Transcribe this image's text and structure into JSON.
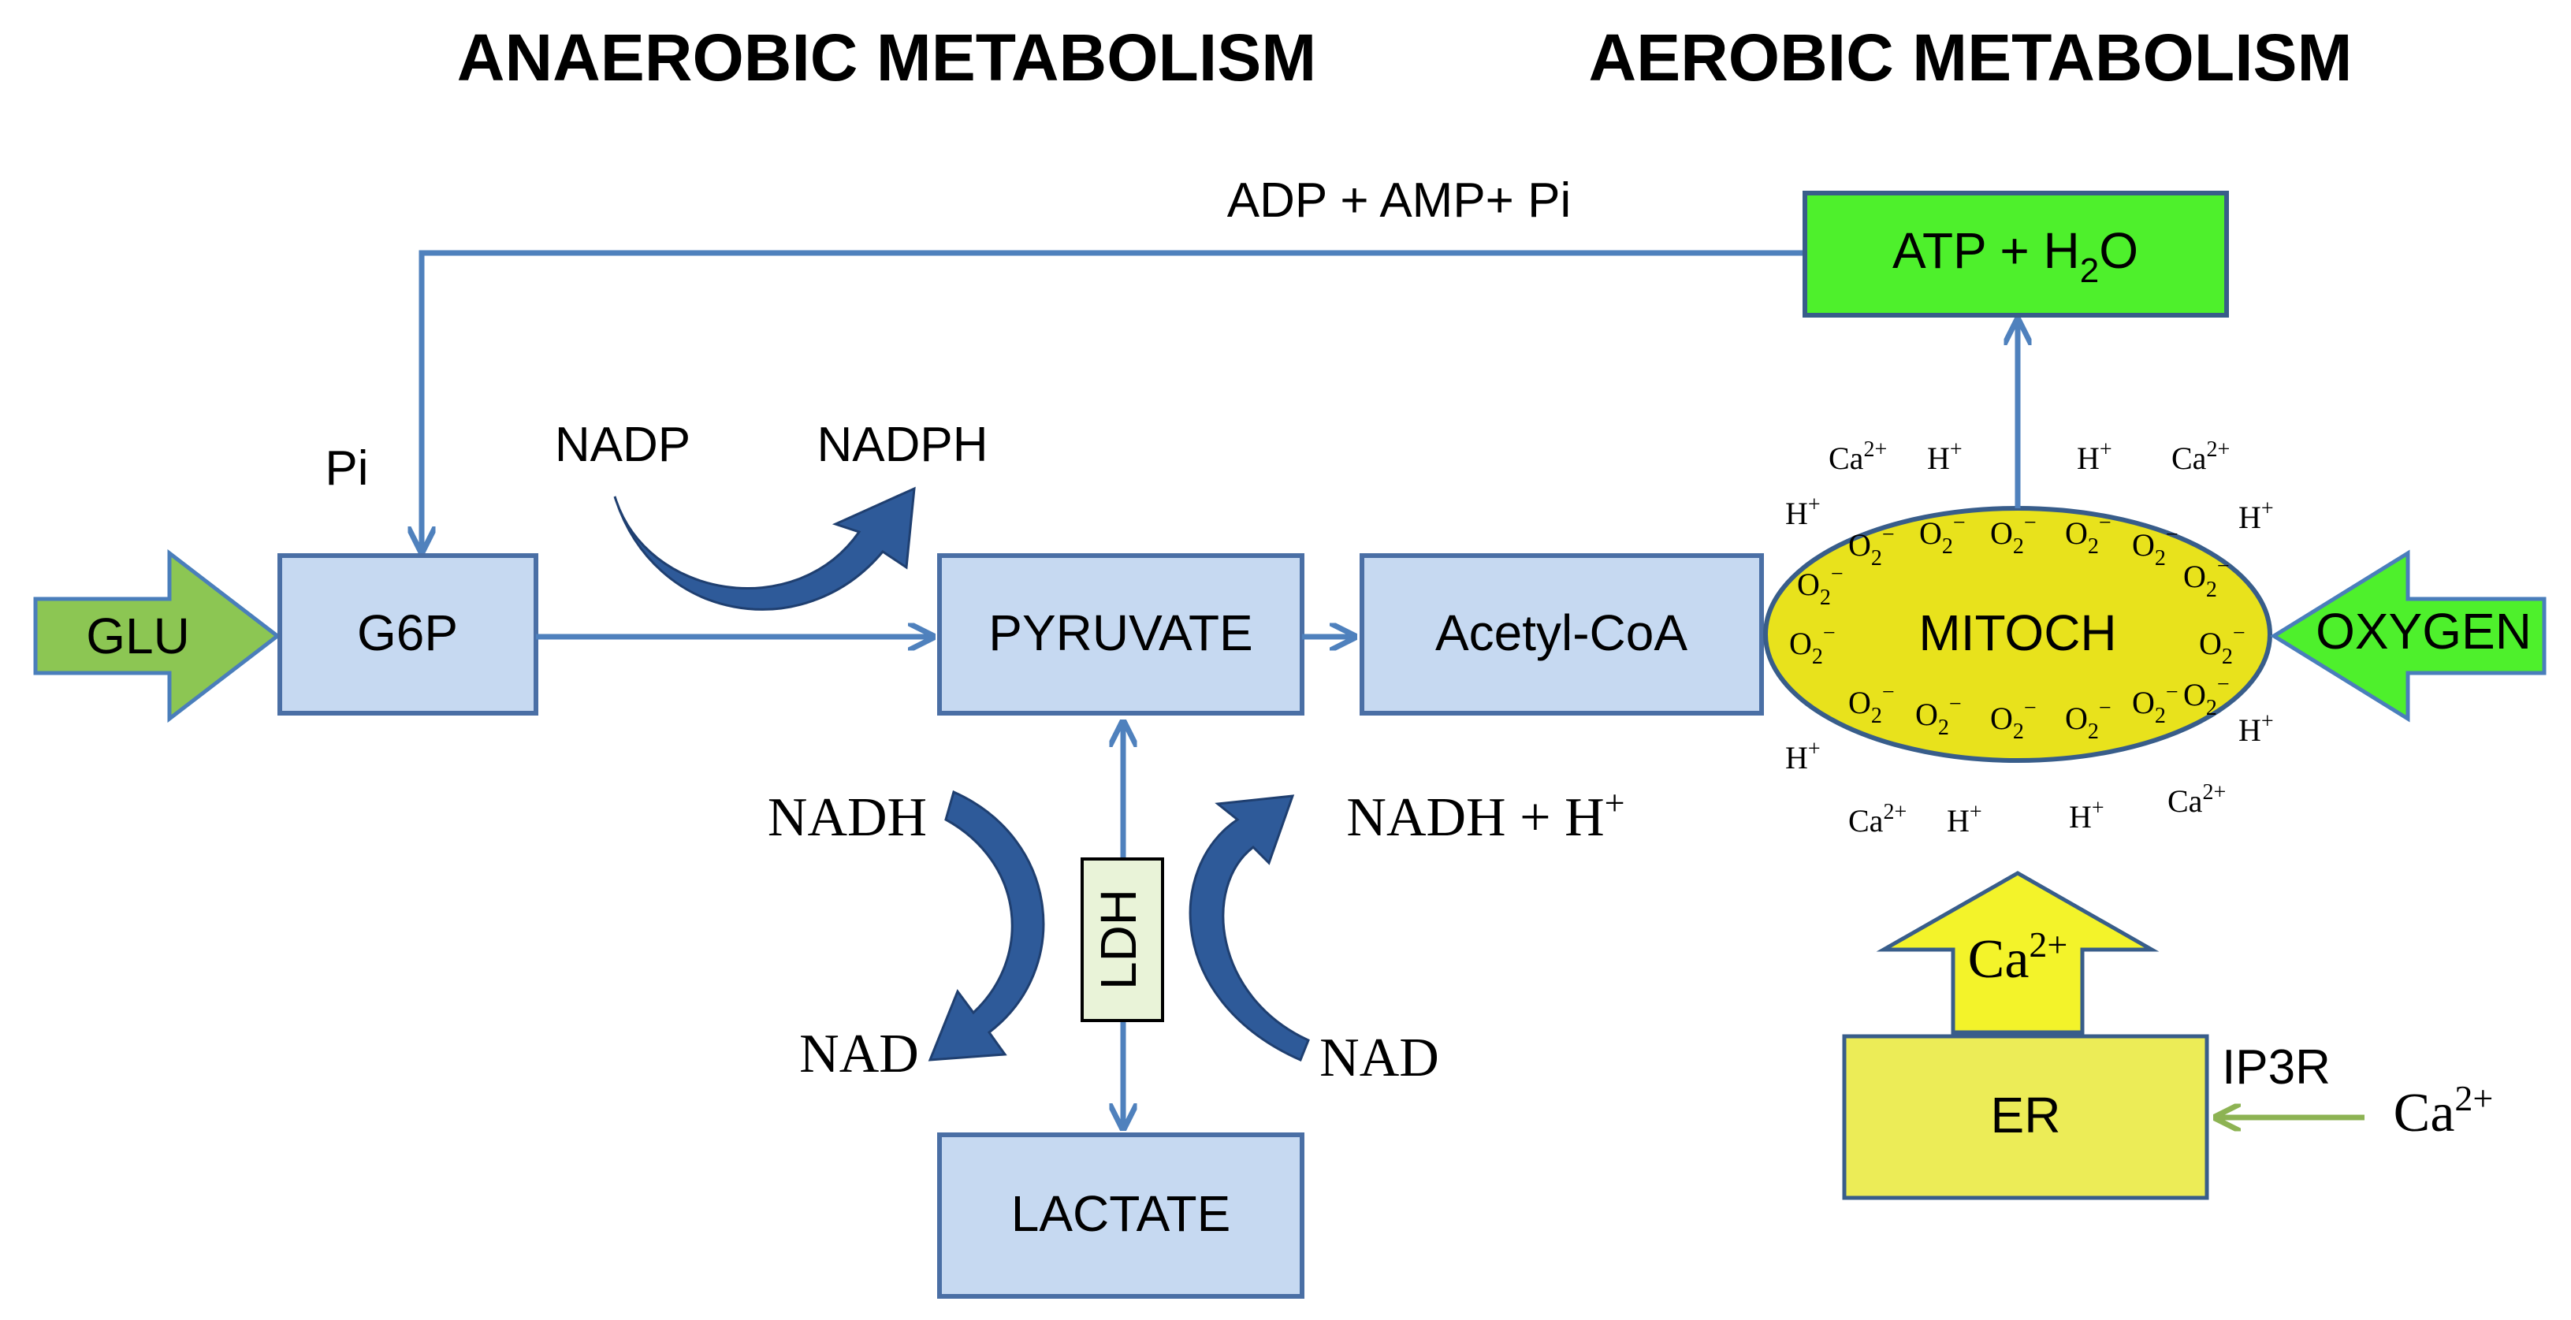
{
  "headings": {
    "anaerobic": "ANAEROBIC METABOLISM",
    "aerobic": "AEROBIC METABOLISM"
  },
  "nodes": {
    "glu": "GLU",
    "g6p": "G6P",
    "pyruvate": "PYRUVATE",
    "acetyl": "Acetyl-CoA",
    "mitoch": "MITOCH",
    "oxygen": "OXYGEN",
    "atp": "ATP + H",
    "atp_sub": "2",
    "atp_tail": "O",
    "lactate": "LACTATE",
    "ldh": "LDH",
    "er": "ER"
  },
  "labels": {
    "adp": "ADP + AMP+ Pi",
    "pi": "Pi",
    "nadp": "NADP",
    "nadph": "NADPH",
    "nadh_left": "NADH",
    "nadh_right": "NADH + H",
    "nadh_right_sup": "+",
    "nad_left": "NAD",
    "nad_right": "NAD",
    "ip3r": "IP3R",
    "ca": "Ca",
    "ca_sup": "2+",
    "h": "H",
    "plus": "+",
    "o2": "O",
    "o2_sub": "2",
    "o2_sup": "−"
  },
  "colors": {
    "flow_arrow": "#4f81bd",
    "blue_box": "#c6d9f1",
    "green_box": "#4ef02c",
    "glu_arrow": "#8cc653",
    "mitoch_fill": "#e8e21c",
    "er_fill": "#ecec57",
    "ca_arrow_fill": "#f3f32a",
    "ip3r_arrow": "#8db353",
    "curved_arrow": "#2e5a99"
  }
}
